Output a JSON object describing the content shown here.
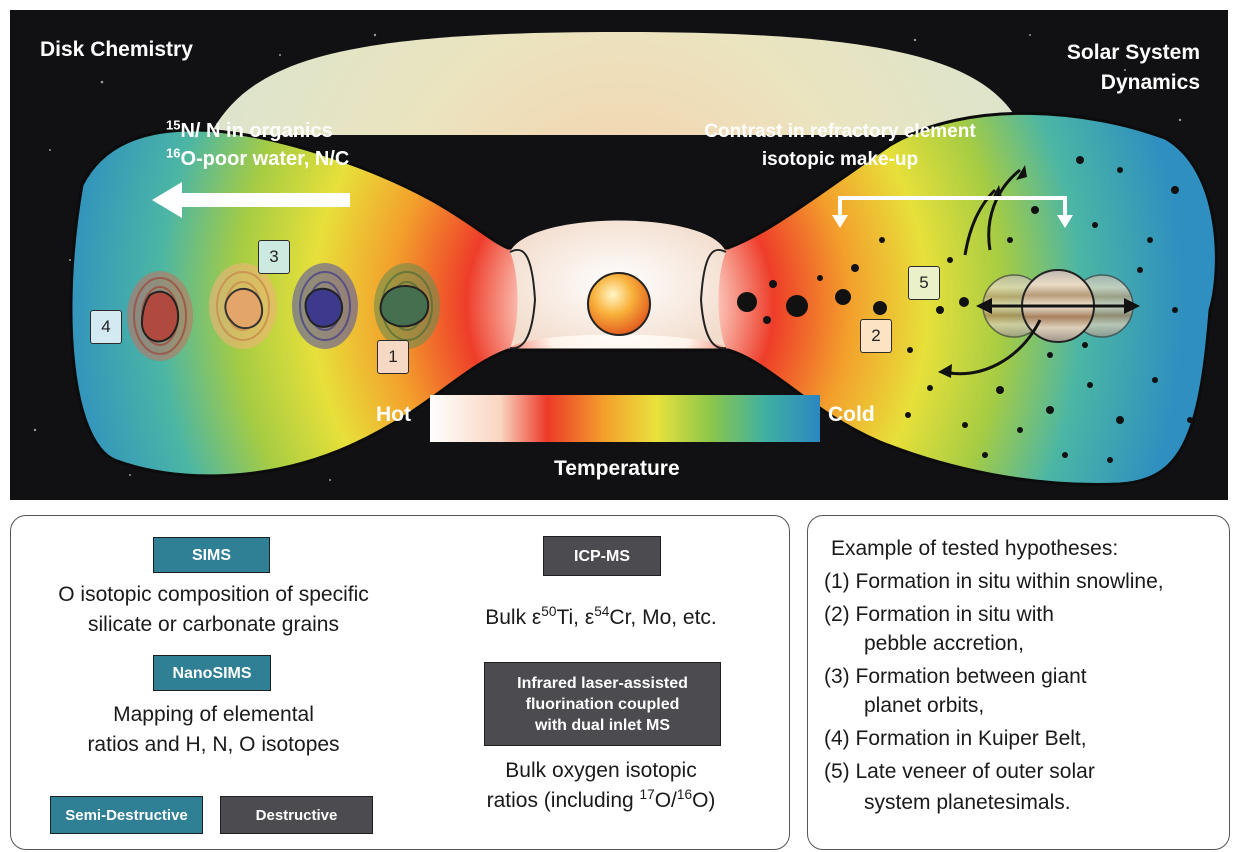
{
  "scene": {
    "title_left": "Disk Chemistry",
    "title_right_line1": "Solar System",
    "title_right_line2": "Dynamics",
    "organics_line1": "N/ N in organics",
    "organics_line2": "O-poor water, N/C",
    "contrast_line1": "Contrast in refractory element",
    "contrast_line2": "isotopic make-up",
    "temp_hot": "Hot",
    "temp_cold": "Cold",
    "temp_label": "Temperature",
    "markers": [
      "1",
      "2",
      "3",
      "4",
      "5"
    ]
  },
  "techniques": {
    "sims": {
      "label": "SIMS",
      "desc_line1": "O isotopic composition of specific",
      "desc_line2": "silicate or carbonate grains"
    },
    "nanosims": {
      "label": "NanoSIMS",
      "desc_line1": "Mapping of elemental",
      "desc_line2": "ratios and H, N, O isotopes"
    },
    "legend": {
      "semi": "Semi-Destructive",
      "destructive": "Destructive"
    },
    "icpms": {
      "label": "ICP-MS",
      "desc": "Bulk ε Ti, ε Cr, Mo, etc."
    },
    "laser": {
      "label_line1": "Infrared laser-assisted",
      "label_line2": "fluorination coupled",
      "label_line3": "with dual inlet MS",
      "desc_line1": "Bulk oxygen isotopic",
      "desc_line2": "ratios (including O/ O)"
    }
  },
  "hypotheses": {
    "heading": "Example of tested hypotheses:",
    "items": [
      "(1) Formation in situ within snowline,",
      "(2) Formation in situ with",
      "pebble accretion,",
      "(3) Formation between giant",
      "planet orbits,",
      "(4) Formation in Kuiper Belt,",
      "(5) Late veneer of outer solar",
      "system planetesimals."
    ]
  },
  "colors": {
    "teal": "#2f7f95",
    "dark": "#4b4b50",
    "background": "#101012"
  }
}
